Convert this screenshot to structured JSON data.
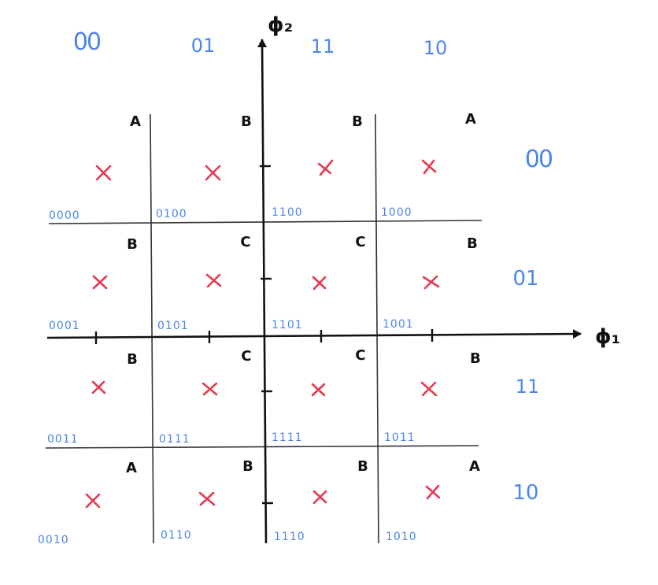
{
  "axes": {
    "x_label": "ϕ₁",
    "y_label": "ϕ₂"
  },
  "colors": {
    "blue": "#4a86e8",
    "red": "#e53950",
    "black": "#111111"
  },
  "column_codes": [
    "00",
    "01",
    "11",
    "10"
  ],
  "row_codes": [
    "00",
    "01",
    "11",
    "10"
  ],
  "region_labels": [
    [
      "A",
      "B",
      "B",
      "A"
    ],
    [
      "B",
      "C",
      "C",
      "B"
    ],
    [
      "B",
      "C",
      "C",
      "B"
    ],
    [
      "A",
      "B",
      "B",
      "A"
    ]
  ],
  "cell_codes": [
    [
      "0000",
      "0100",
      "1100",
      "1000"
    ],
    [
      "0001",
      "0101",
      "1101",
      "1001"
    ],
    [
      "0011",
      "0111",
      "1111",
      "1011"
    ],
    [
      "0010",
      "0110",
      "1110",
      "1010"
    ]
  ],
  "cross_marker": "×"
}
